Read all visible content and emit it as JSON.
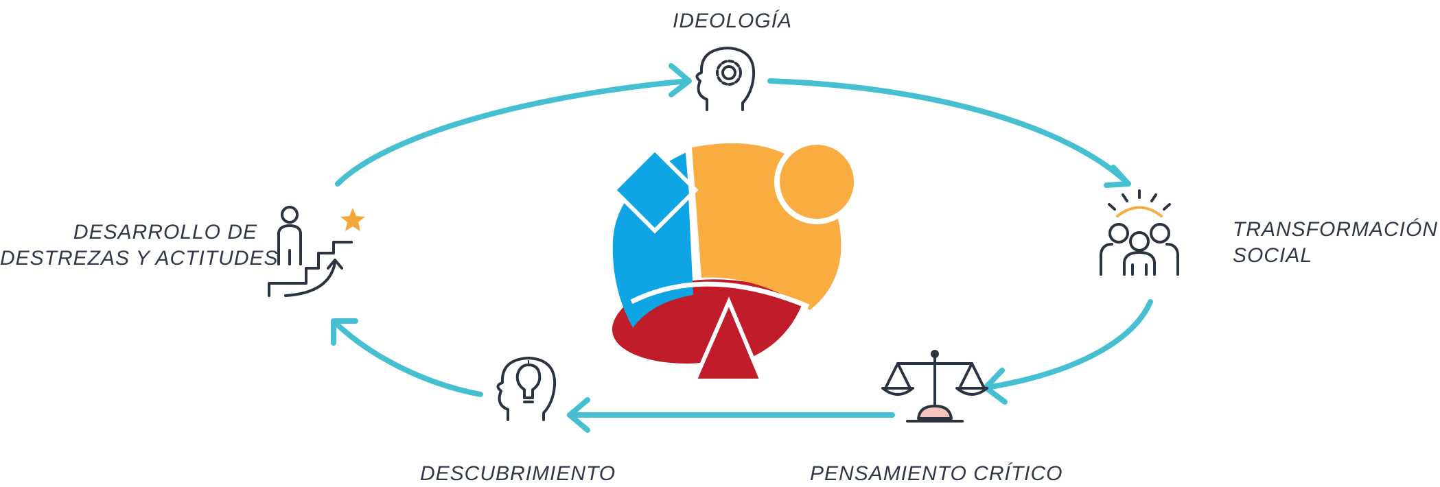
{
  "colors": {
    "arrow": "#46bfd0",
    "icon_stroke": "#2b3340",
    "accent_orange": "#f5ad43",
    "blue": "#0fa4e3",
    "orange": "#f9ad41",
    "red": "#c01c29",
    "star": "#f5a83a",
    "scale_base": "#f3c6bd"
  },
  "nodes": {
    "ideologia": {
      "label": "IDEOLOGÍA",
      "icon": "head-gear-icon"
    },
    "transformacion": {
      "label_line1": "TRANSFORMACIÓN",
      "label_line2": "SOCIAL",
      "icon": "people-group-icon"
    },
    "pensamiento": {
      "label": "PENSAMIENTO CRÍTICO",
      "icon": "balance-scale-icon"
    },
    "descubrimiento": {
      "label": "DESCUBRIMIENTO",
      "icon": "head-lightbulb-icon"
    },
    "desarrollo": {
      "label_line1": "DESARROLLO DE",
      "label_line2": "DESTREZAS Y ACTITUDES",
      "icon": "stairs-star-icon"
    }
  },
  "center_logo": {
    "icon": "shapes-logo"
  }
}
